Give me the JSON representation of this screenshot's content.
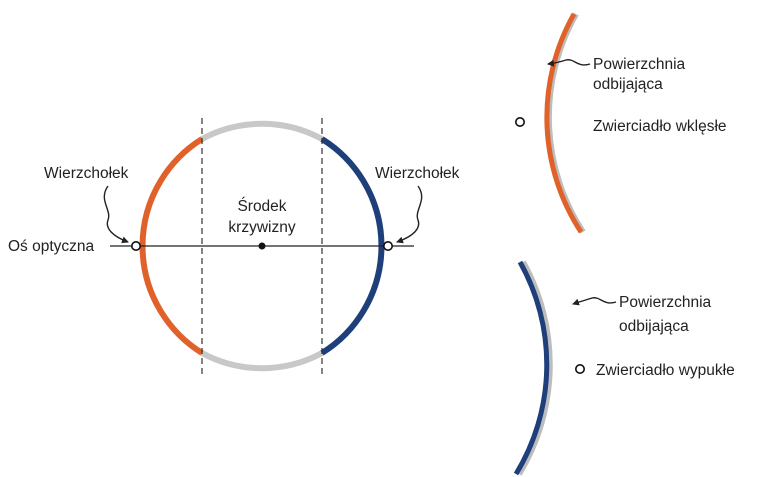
{
  "main_diagram": {
    "labels": {
      "vertex_left": "Wierzchołek",
      "vertex_right": "Wierzchołek",
      "optical_axis": "Oś optyczna",
      "center_line1": "Środek",
      "center_line2": "krzywizny"
    }
  },
  "concave_mirror": {
    "surface_line1": "Powierzchnia",
    "surface_line2": "odbijająca",
    "label": "Zwierciadło wklęsłe"
  },
  "convex_mirror": {
    "surface_line1": "Powierzchnia",
    "surface_line2": "odbijająca",
    "label": "Zwierciadło wypukłe"
  },
  "colors": {
    "concave": "#e0622a",
    "convex": "#1f3f7a",
    "circle_gray": "#c8c8c8",
    "line": "#222222"
  }
}
